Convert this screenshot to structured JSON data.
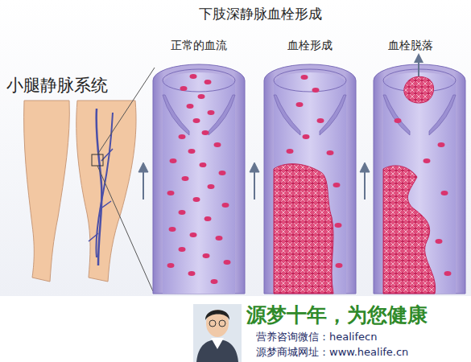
{
  "diagram": {
    "title": "下肢深静脉血栓形成",
    "labels": [
      "正常的血流",
      "血栓形成",
      "血栓脱落",
      "小腿静脉系统",
      "源梦十年，为您健康",
      "营养咨询微信：healifecn",
      "源梦商城网址：www.healife.cn"
    ]
  }
}
